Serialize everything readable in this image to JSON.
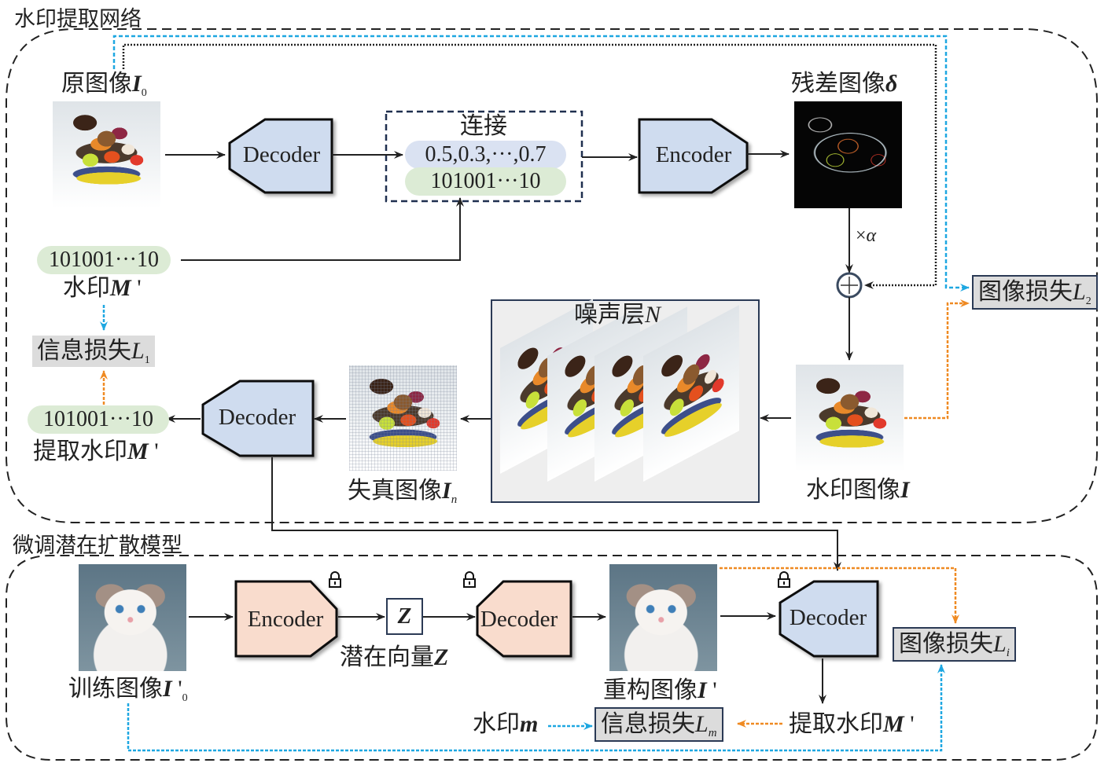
{
  "sections": {
    "extraction": {
      "title": "水印提取网络"
    },
    "finetune": {
      "title": "微调潜在扩散模型"
    }
  },
  "blocks": {
    "top_decoder": "Decoder",
    "top_encoder": "Encoder",
    "extract_decoder": "Decoder",
    "ldm_encoder": "Encoder",
    "ldm_decoder": "Decoder",
    "bottom_decoder": "Decoder",
    "latent_symbol": "Z"
  },
  "concat": {
    "title": "连接",
    "features": "0.5,0.3,···,0.7",
    "bits": "101001···10"
  },
  "labels": {
    "original_image": {
      "text": "原图像",
      "symbol": "I",
      "sub": "0"
    },
    "residual_image": {
      "text": "残差图像",
      "symbol": "δ"
    },
    "scale": {
      "prefix": "×",
      "symbol": "α"
    },
    "watermark_bits": "101001···10",
    "watermark_m_prime": {
      "text": "水印",
      "symbol": "M",
      "prime": "'"
    },
    "extracted_bits": "101001···10",
    "extracted_watermark": {
      "text": "提取水印",
      "symbol": "M",
      "prime": "'"
    },
    "distorted_image": {
      "text": "失真图像",
      "symbol": "I",
      "sub": "n"
    },
    "noise_layer": {
      "text": "噪声层",
      "symbol": "N"
    },
    "watermarked_image": {
      "text": "水印图像",
      "symbol": "I"
    },
    "training_image": {
      "text": "训练图像",
      "symbol": "I",
      "prime": "'",
      "sub": "0"
    },
    "latent_vector": {
      "text": "潜在向量",
      "symbol": "Z"
    },
    "reconstructed_image": {
      "text": "重构图像",
      "symbol": "I",
      "prime": "'"
    },
    "watermark_m": {
      "text": "水印",
      "symbol": "m"
    },
    "extracted_watermark_bottom": {
      "text": "提取水印",
      "symbol": "M",
      "prime": "'"
    }
  },
  "losses": {
    "info_loss_1": {
      "text": "信息损失",
      "symbol": "L",
      "sub": "1"
    },
    "image_loss_2": {
      "text": "图像损失",
      "symbol": "L",
      "sub": "2"
    },
    "image_loss_i": {
      "text": "图像损失",
      "symbol": "L",
      "sub": "i"
    },
    "info_loss_m": {
      "text": "信息损失",
      "symbol": "L",
      "sub": "m"
    }
  },
  "icons": {
    "lock": "lock-icon",
    "add": "circle-plus-icon"
  },
  "colors": {
    "decoder_blue": "#cfdcef",
    "ldm_peach": "#f9dccd",
    "pill_blue": "#dae2f2",
    "pill_green": "#dcebd5",
    "loss_gray": "#dcdcdc",
    "arrow_blue": "#1ea7e1",
    "arrow_orange": "#ef8a22",
    "panel_border": "#2b3a55"
  }
}
